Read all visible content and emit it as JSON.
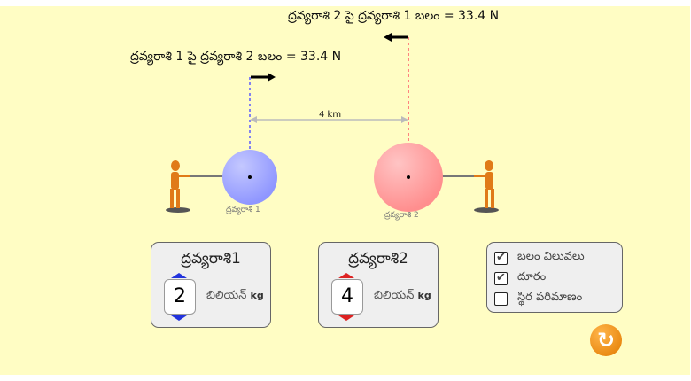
{
  "force_labels": {
    "on_mass2": "ద్రవ్యరాశి 2 పై ద్రవ్యరాశి 1 బలం  = 33.4 N",
    "on_mass1": "ద్రవ్యరాశి 1 పై ద్రవ్యరాశి 2 బలం  = 33.4 N"
  },
  "distance_label": "4 km",
  "masses": [
    {
      "label": "ద్రవ్యరాశి 1",
      "panel_title": "ద్రవ్యరాశి1",
      "value": "2",
      "unit": "బిలియన్",
      "unit_suffix": "kg",
      "color": "#8f96ff"
    },
    {
      "label": "ద్రవ్యరాశి 2",
      "panel_title": "ద్రవ్యరాశి2",
      "value": "4",
      "unit": "బిలియన్",
      "unit_suffix": "kg",
      "color": "#ff9090"
    }
  ],
  "options": [
    {
      "label": "బలం విలువలు",
      "checked": true,
      "mark": "✔"
    },
    {
      "label": "దూరం",
      "checked": true,
      "mark": "✔"
    },
    {
      "label": "స్థిర పరిమాణం",
      "checked": false,
      "mark": ""
    }
  ]
}
